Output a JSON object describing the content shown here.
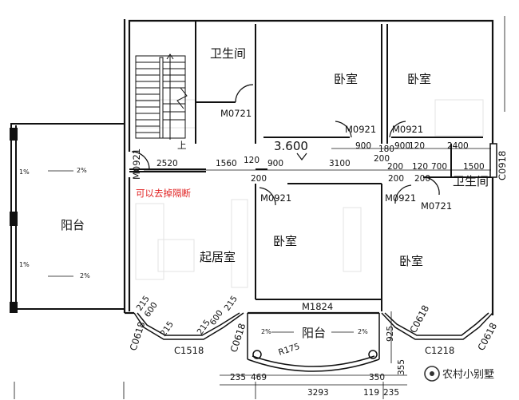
{
  "rooms": {
    "bathroom_top": "卫生间",
    "bedroom_1": "卧室",
    "bedroom_2": "卧室",
    "balcony_left": "阳台",
    "living_room": "起居室",
    "bedroom_3": "卧室",
    "bedroom_4": "卧室",
    "bathroom_right": "卫生间",
    "balcony_bottom": "阳台"
  },
  "doors": {
    "m0721_a": "M0721",
    "m0921_a": "M0921",
    "m0921_b": "M0921",
    "m0921_c": "M0921",
    "m0921_d": "M0921",
    "m0921_left": "M0921",
    "m0721_b": "M0721",
    "m1824": "M1824"
  },
  "windows": {
    "c0918": "C0918",
    "c0618_a": "C0618",
    "c1518": "C1518",
    "c0618_b": "C0618",
    "c0618_c": "C0618",
    "c1218": "C1218",
    "c0618_d": "C0618"
  },
  "level": "3.600",
  "stair_label": "上",
  "note": "可以去掉隔断",
  "watermark": "农村小别墅",
  "dimensions": {
    "d_900_a": "900",
    "d_180_a": "180",
    "d_900_b": "900",
    "d_120_a": "120",
    "d_2400": "2400",
    "d_200_a": "200",
    "d_2520": "2520",
    "d_1560": "1560",
    "d_120_b": "120",
    "d_900_c": "900",
    "d_3100": "3100",
    "d_200_b": "200",
    "d_200_c": "200",
    "d_120_c": "120",
    "d_700": "700",
    "d_1500": "1500",
    "d_200_d": "200",
    "d_200_e": "200",
    "d_215_a": "215",
    "d_600_a": "600",
    "d_215_b": "215",
    "d_215_c": "215",
    "d_600_b": "600",
    "d_215_d": "215",
    "d_925": "925",
    "d_355": "355",
    "r175": "R175",
    "d_235": "235",
    "d_469": "469",
    "d_350": "350",
    "d_3293": "3293",
    "d_119": "119",
    "d_235_b": "235"
  },
  "slopes": {
    "s1": "2%",
    "s2": "1%",
    "s3": "2%",
    "s4": "1%",
    "s5": "2%",
    "s6": "2%"
  },
  "colors": {
    "wall": "#111111",
    "note": "#e02020",
    "watermark": "#222222"
  }
}
